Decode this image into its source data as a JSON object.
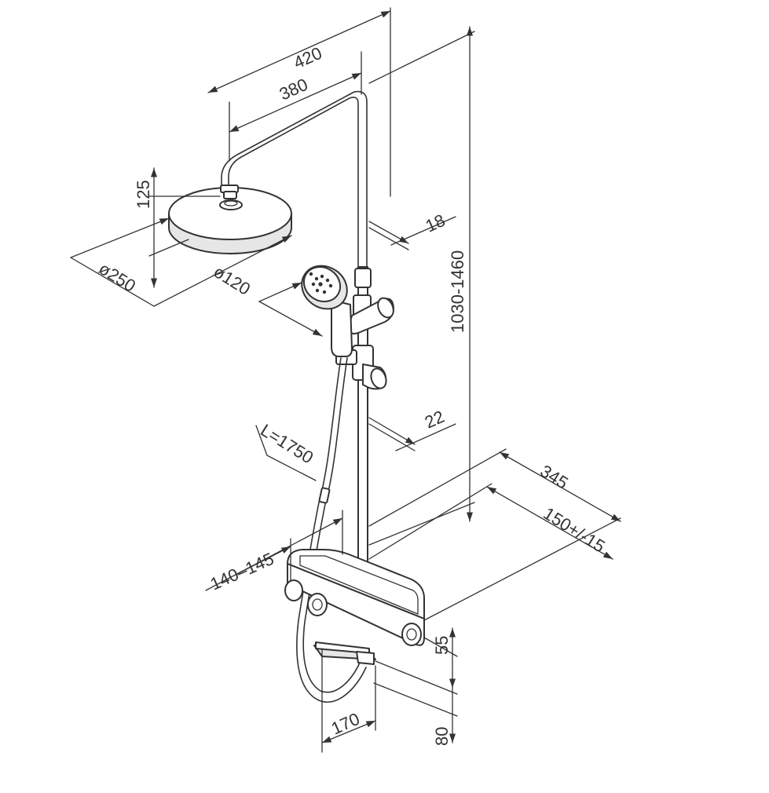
{
  "dimensions": {
    "arm_outer": "420",
    "arm_inner": "380",
    "head_height": "125",
    "head_diameter": "ø250",
    "hand_diameter": "ø120",
    "rail_upper": "18",
    "rail_total": "1030-1460",
    "rail_lower": "22",
    "hose": "L=1750",
    "wall_depth": "345",
    "wall_offset": "150+/-15",
    "mixer_width": "140–145",
    "mixer_height": "55",
    "spout_height": "80",
    "spout_length": "170"
  },
  "colors": {
    "line": "#333333",
    "background": "#ffffff",
    "fill": "#e6e6e6"
  }
}
